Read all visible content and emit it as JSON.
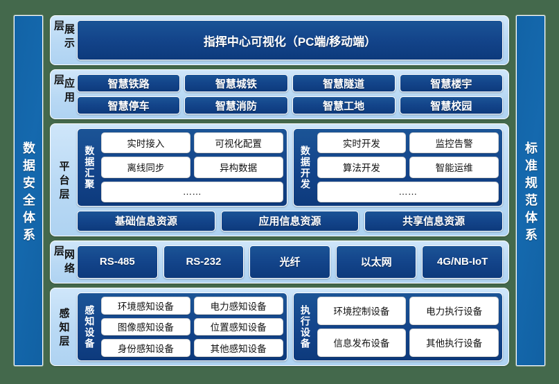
{
  "left_pillar": {
    "label": "数据安全体系"
  },
  "right_pillar": {
    "label": "标准规范体系"
  },
  "layers": {
    "display": {
      "label": "展示层",
      "banner": "指挥中心可视化（PC端/移动端）"
    },
    "application": {
      "label": "应用层",
      "items": [
        "智慧铁路",
        "智慧城铁",
        "智慧隧道",
        "智慧楼宇",
        "智慧停车",
        "智慧消防",
        "智慧工地",
        "智慧校园"
      ]
    },
    "platform": {
      "label": "平台层",
      "groups": [
        {
          "title": "数据汇聚",
          "cells": [
            "实时接入",
            "可视化配置",
            "离线同步",
            "异构数据"
          ],
          "more": "……"
        },
        {
          "title": "数据开发",
          "cells": [
            "实时开发",
            "监控告警",
            "算法开发",
            "智能运维"
          ],
          "more": "……"
        }
      ],
      "resources": [
        "基础信息资源",
        "应用信息资源",
        "共享信息资源"
      ]
    },
    "network": {
      "label": "网络层",
      "items": [
        "RS-485",
        "RS-232",
        "光纤",
        "以太网",
        "4G/NB-IoT"
      ]
    },
    "sensing": {
      "label": "感知层",
      "groups": [
        {
          "title": "感知设备",
          "cells": [
            "环境感知设备",
            "电力感知设备",
            "图像感知设备",
            "位置感知设备",
            "身份感知设备",
            "其他感知设备"
          ]
        },
        {
          "title": "执行设备",
          "cells": [
            "环境控制设备",
            "电力执行设备",
            "信息发布设备",
            "其他执行设备"
          ]
        }
      ]
    }
  },
  "colors": {
    "page_background": "#44694C",
    "pillar": "#1569AE",
    "layer_panel": "#B9D9F4",
    "navy_box": "#13448A",
    "white_cell": "#FFFFFF"
  }
}
